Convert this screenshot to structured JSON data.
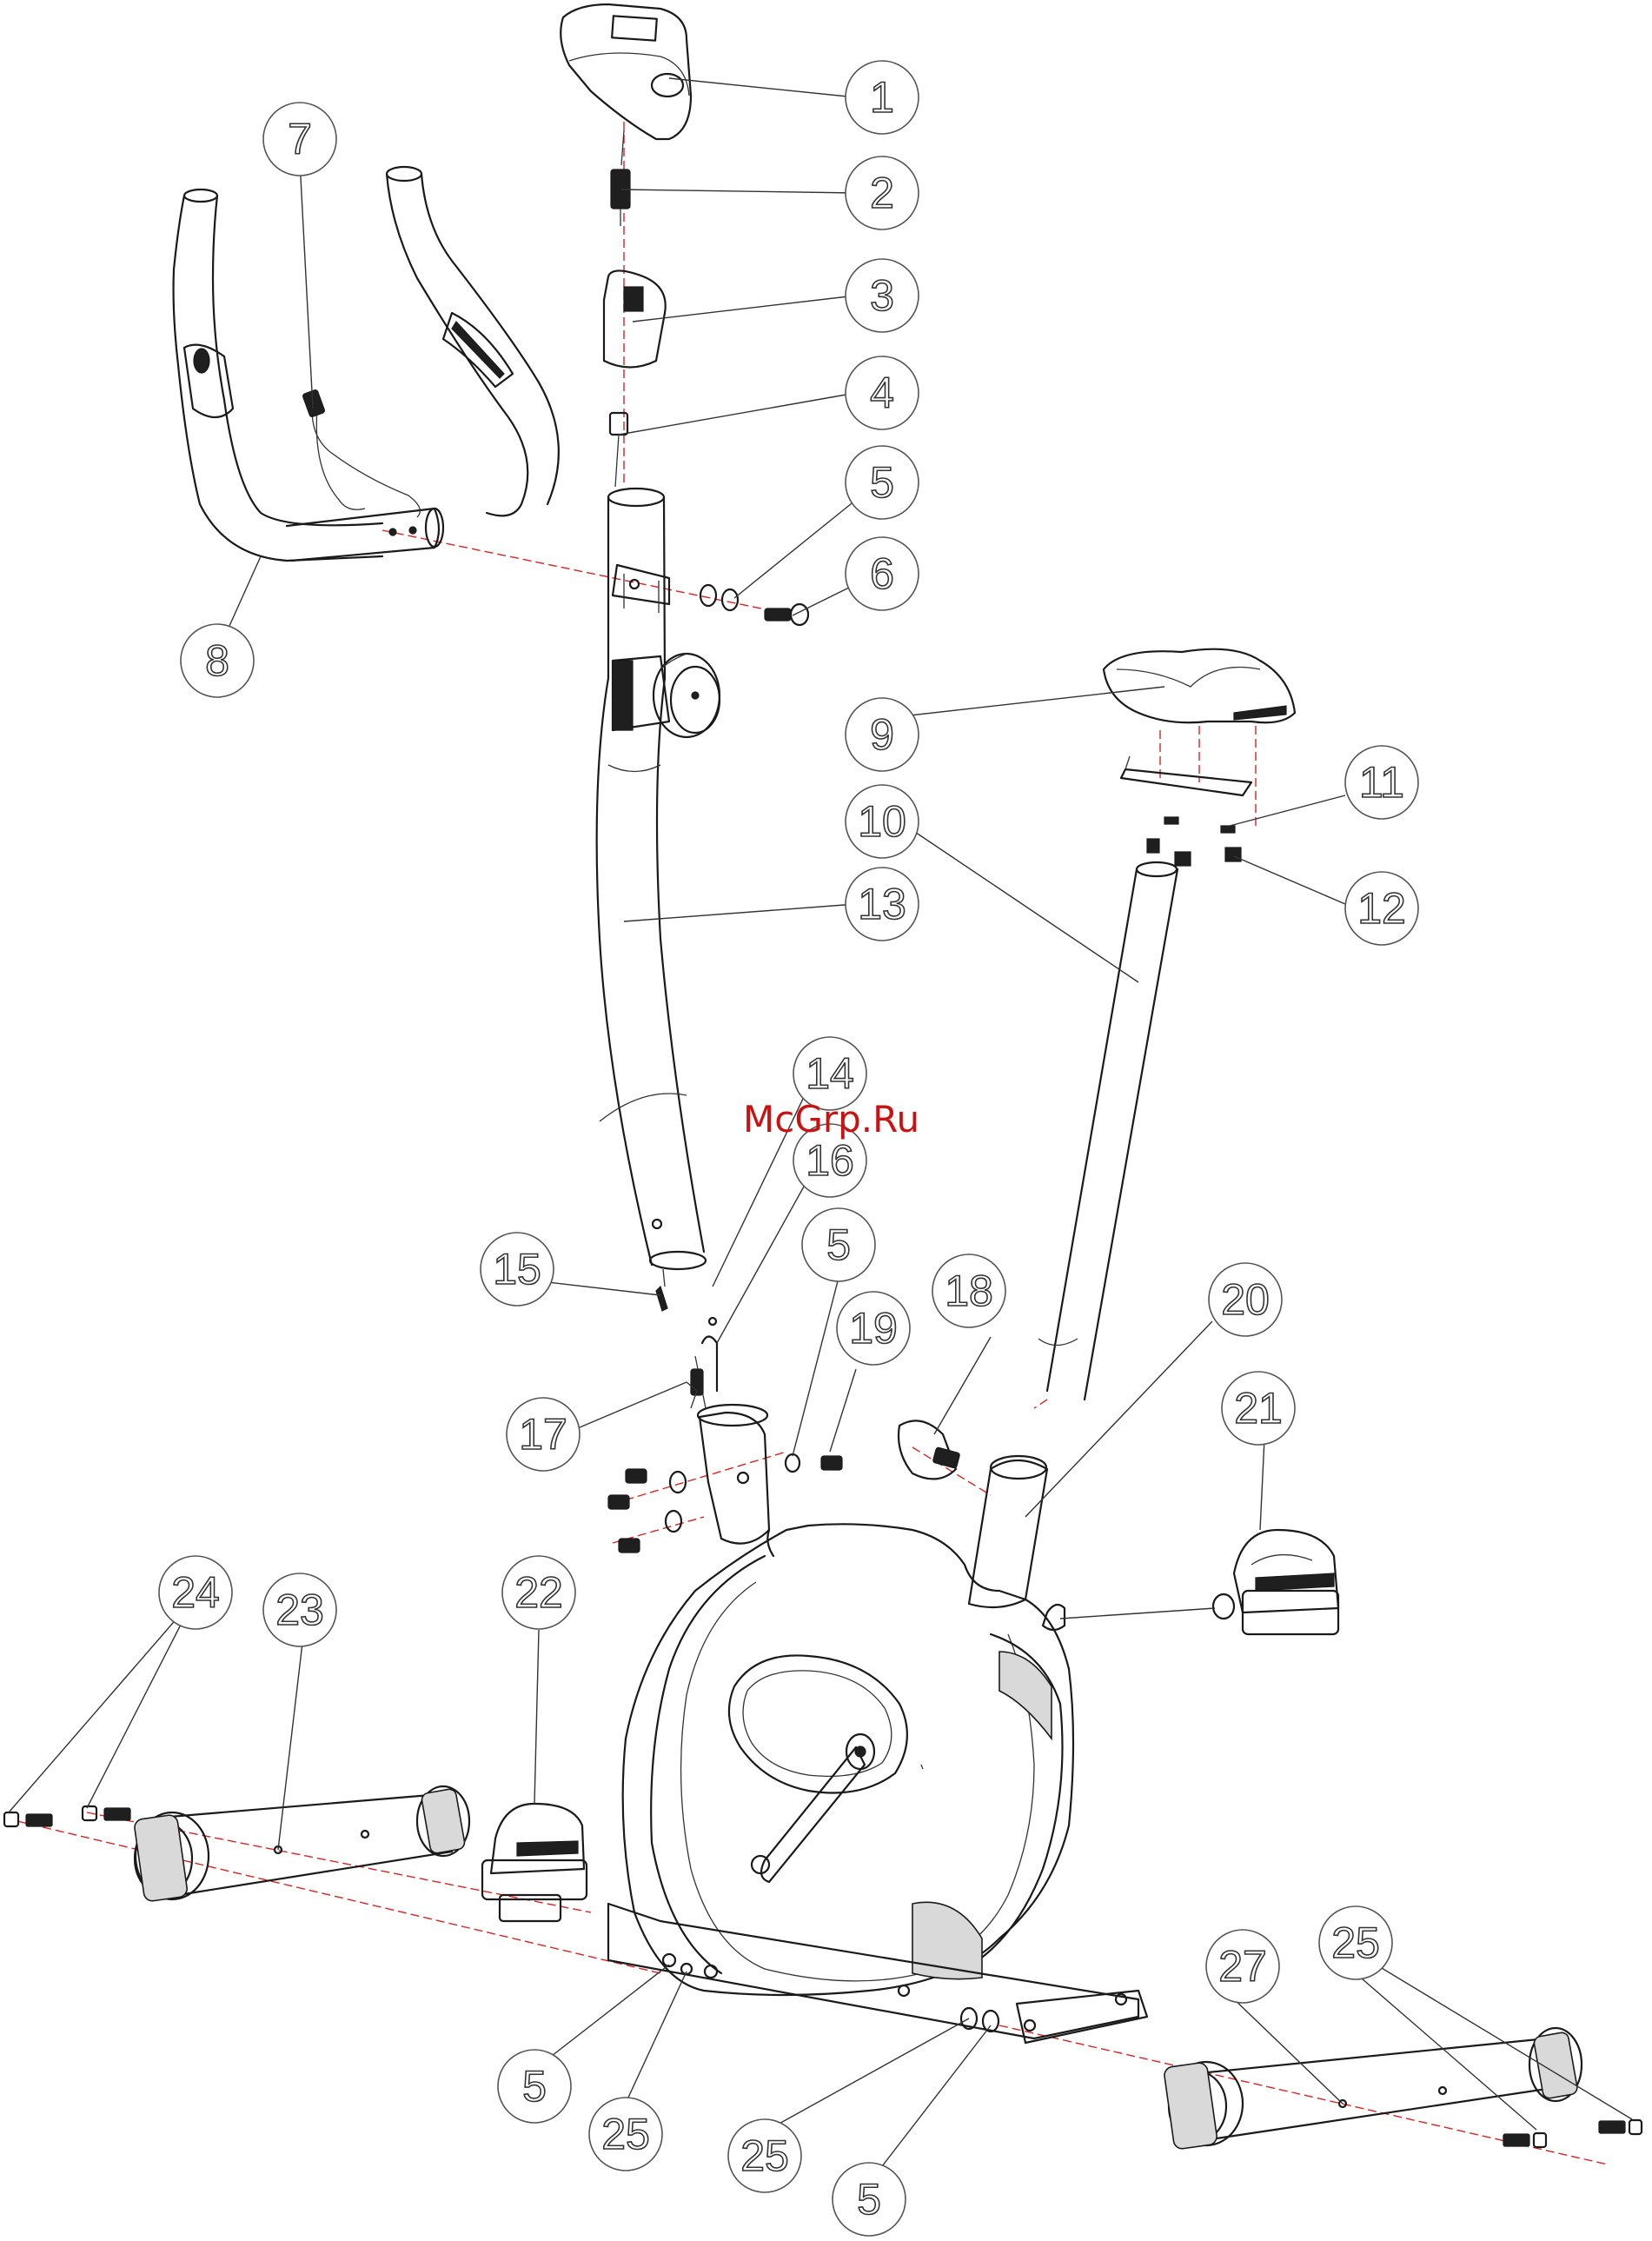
{
  "watermark": "McGrp.Ru",
  "callouts": [
    {
      "key": "c1",
      "label": "1"
    },
    {
      "key": "c2",
      "label": "2"
    },
    {
      "key": "c3",
      "label": "3"
    },
    {
      "key": "c4",
      "label": "4"
    },
    {
      "key": "c5a",
      "label": "5"
    },
    {
      "key": "c6",
      "label": "6"
    },
    {
      "key": "c7",
      "label": "7"
    },
    {
      "key": "c8",
      "label": "8"
    },
    {
      "key": "c9",
      "label": "9"
    },
    {
      "key": "c10",
      "label": "10"
    },
    {
      "key": "c11",
      "label": "11"
    },
    {
      "key": "c12",
      "label": "12"
    },
    {
      "key": "c13",
      "label": "13"
    },
    {
      "key": "c14",
      "label": "14"
    },
    {
      "key": "c15",
      "label": "15"
    },
    {
      "key": "c16",
      "label": "16"
    },
    {
      "key": "c5b",
      "label": "5"
    },
    {
      "key": "c17",
      "label": "17"
    },
    {
      "key": "c18",
      "label": "18"
    },
    {
      "key": "c19",
      "label": "19"
    },
    {
      "key": "c20",
      "label": "20"
    },
    {
      "key": "c21",
      "label": "21"
    },
    {
      "key": "c22",
      "label": "22"
    },
    {
      "key": "c23",
      "label": "23"
    },
    {
      "key": "c24",
      "label": "24"
    },
    {
      "key": "c27",
      "label": "27"
    },
    {
      "key": "c25a",
      "label": "25"
    },
    {
      "key": "c5c",
      "label": "5"
    },
    {
      "key": "c25b",
      "label": "25"
    },
    {
      "key": "c25c",
      "label": "25"
    },
    {
      "key": "c5d",
      "label": "5"
    }
  ]
}
